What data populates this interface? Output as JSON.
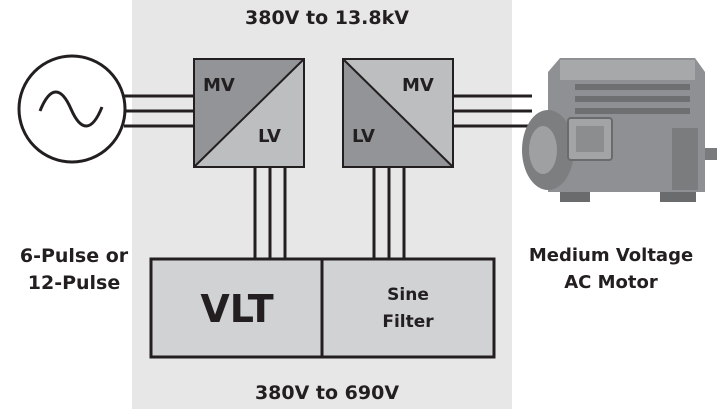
{
  "diagram": {
    "top_voltage_label": "380V to 13.8kV",
    "bottom_voltage_label": "380V to 690V",
    "source": {
      "icon": "ac-sine-source-icon",
      "label_line1": "6-Pulse or",
      "label_line2": "12-Pulse"
    },
    "input_transformer": {
      "primary": "MV",
      "secondary": "LV"
    },
    "output_transformer": {
      "primary": "MV",
      "secondary": "LV"
    },
    "drive": {
      "vlt_label": "VLT",
      "filter_line1": "Sine",
      "filter_line2": "Filter"
    },
    "motor": {
      "icon": "ac-motor-icon",
      "label_line1": "Medium Voltage",
      "label_line2": "AC Motor"
    },
    "colors": {
      "panel_background": "#e7e7e8",
      "transformer_dark": "#929497",
      "transformer_light": "#bdbec0",
      "box_fill": "#d1d2d4",
      "line": "#231f20",
      "text": "#231f20"
    }
  }
}
